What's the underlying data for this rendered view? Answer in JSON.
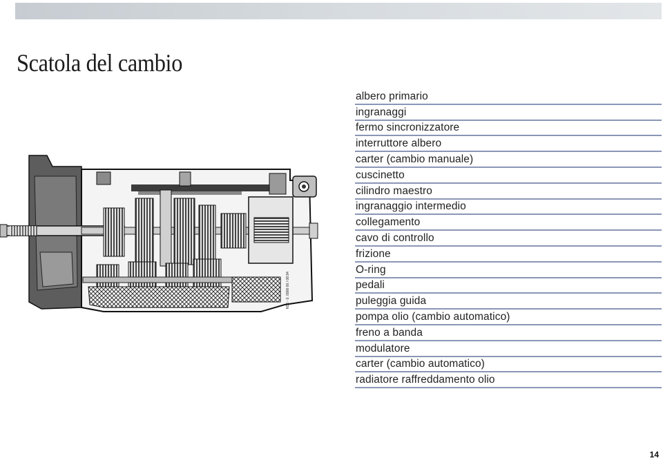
{
  "page": {
    "title": "Scatola del cambio",
    "page_number": "14",
    "band_color": "#c9cfd4",
    "rule_color": "#8a96b6"
  },
  "illustration": {
    "subject": "gearbox cutaway drawing",
    "caption_vertical": "N36 - 0. 0900 00 / 08.94"
  },
  "terms": [
    "albero primario",
    "ingranaggi",
    "fermo sincronizzatore",
    "interruttore albero",
    "carter (cambio manuale)",
    "cuscinetto",
    "cilindro maestro",
    "ingranaggio intermedio",
    "collegamento",
    "cavo di controllo",
    "frizione",
    "O-ring",
    "pedali",
    "puleggia guida",
    "pompa olio (cambio automatico)",
    "freno a banda",
    "modulatore",
    "carter (cambio automatico)",
    "radiatore raffreddamento olio"
  ]
}
